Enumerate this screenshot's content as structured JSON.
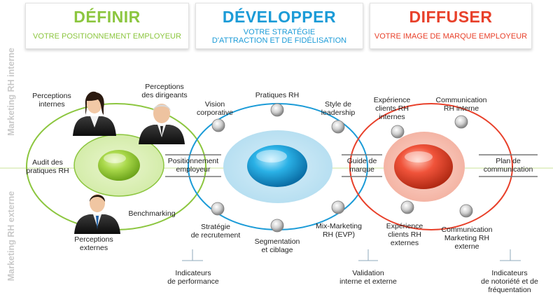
{
  "phases": {
    "definir": {
      "title": "DÉFINIR",
      "subtitle": "VOTRE POSITIONNEMENT EMPLOYEUR",
      "color": "#8cc63f"
    },
    "developper": {
      "title": "DÉVELOPPER",
      "subtitle_line1": "VOTRE STRATÉGIE",
      "subtitle_line2": "D'ATTRACTION ET DE FIDÉLISATION",
      "color": "#1b9bd7"
    },
    "diffuser": {
      "title": "DIFFUSER",
      "subtitle": "VOTRE IMAGE DE MARQUE EMPLOYEUR",
      "color": "#e8402a"
    }
  },
  "side_labels": {
    "internal": "Marketing RH interne",
    "external": "Marketing RH externe"
  },
  "definir_labels": {
    "perceptions_internes": [
      "Perceptions",
      "internes"
    ],
    "perceptions_dirigeants": [
      "Perceptions",
      "des dirigeants"
    ],
    "audit": [
      "Audit des",
      "pratiques RH"
    ],
    "benchmarking": "Benchmarking",
    "perceptions_externes": [
      "Perceptions",
      "externes"
    ]
  },
  "connectors": {
    "positionnement": [
      "Positionnement",
      "employeur"
    ],
    "guide": [
      "Guide de",
      "marque"
    ],
    "plan": [
      "Plan de",
      "communication"
    ]
  },
  "developper_labels": {
    "vision": [
      "Vision",
      "corporative"
    ],
    "pratiques": "Pratiques RH",
    "style": [
      "Style de",
      "leadership"
    ],
    "strategie": [
      "Stratégie",
      "de recrutement"
    ],
    "segmentation": [
      "Segmentation",
      "et ciblage"
    ],
    "mix": [
      "Mix-Marketing",
      "RH (EVP)"
    ]
  },
  "diffuser_labels": {
    "exp_internes": [
      "Expérience",
      "clients RH",
      "internes"
    ],
    "comm_interne": [
      "Communication",
      "RH interne"
    ],
    "exp_externes": [
      "Expérience",
      "clients RH",
      "externes"
    ],
    "comm_externe": [
      "Communication",
      "Marketing RH",
      "externe"
    ]
  },
  "indicators": {
    "performance": [
      "Indicateurs",
      "de performance"
    ],
    "validation": [
      "Validation",
      "interne et externe"
    ],
    "notoriete": [
      "Indicateurs",
      "de notoriété et de",
      "fréquentation"
    ]
  },
  "icons": [
    "businesswoman-icon",
    "senior-executive-icon",
    "businessman-icon"
  ]
}
